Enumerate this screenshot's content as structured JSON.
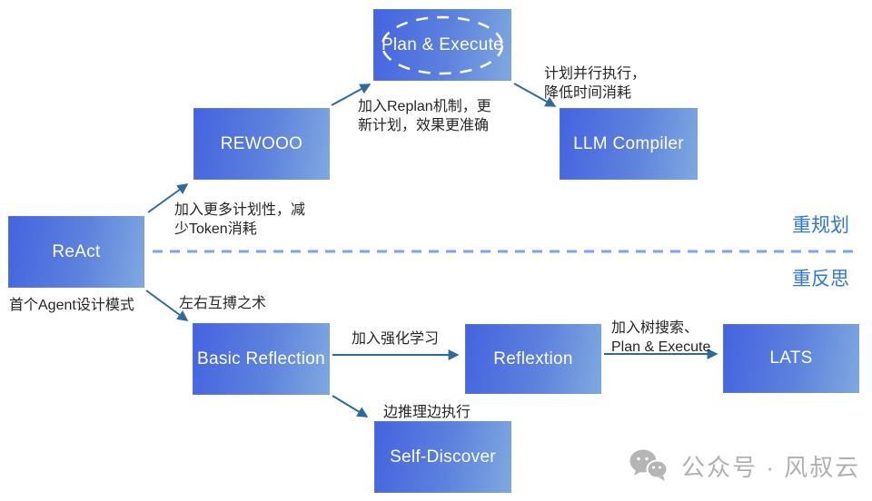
{
  "nodes": {
    "plan_execute": {
      "label": "Plan & Execute"
    },
    "rewooo": {
      "label": "REWOOO"
    },
    "llm_compiler": {
      "label": "LLM Compiler"
    },
    "react": {
      "label": "ReAct"
    },
    "basic_reflection": {
      "label": "Basic Reflection"
    },
    "reflextion": {
      "label": "Reflextion"
    },
    "lats": {
      "label": "LATS"
    },
    "self_discover": {
      "label": "Self-Discover"
    }
  },
  "annotations": {
    "react_caption": "首个Agent设计模式",
    "react_to_rewooo": {
      "line1": "加入更多计划性，减",
      "line2": "少Token消耗"
    },
    "rewooo_to_plan_execute": {
      "line1": "加入Replan机制，更",
      "line2": "新计划，效果更准确"
    },
    "plan_execute_to_llm_compiler": {
      "line1": "计划并行执行，",
      "line2": "降低时间消耗"
    },
    "react_to_basic_reflection": "左右互搏之术",
    "basic_reflection_to_reflextion": "加入强化学习",
    "reflextion_to_lats": {
      "line1": "加入树搜索、",
      "line2": "Plan & Execute"
    },
    "basic_reflection_to_self_discover": "边推理边执行"
  },
  "sections": {
    "above_divider": "重规划",
    "below_divider": "重反思"
  },
  "watermark": {
    "icon": "wechat-icon",
    "text": "公众号 · 风叔云"
  },
  "colors": {
    "node_gradient_start": "#4463e0",
    "node_gradient_end": "#7fa9e0",
    "arrow": "#2e6b9d",
    "divider": "#7aa5e8",
    "section_label": "#3176d9",
    "annotation_text": "#262626",
    "watermark": "#b0b0b0"
  }
}
